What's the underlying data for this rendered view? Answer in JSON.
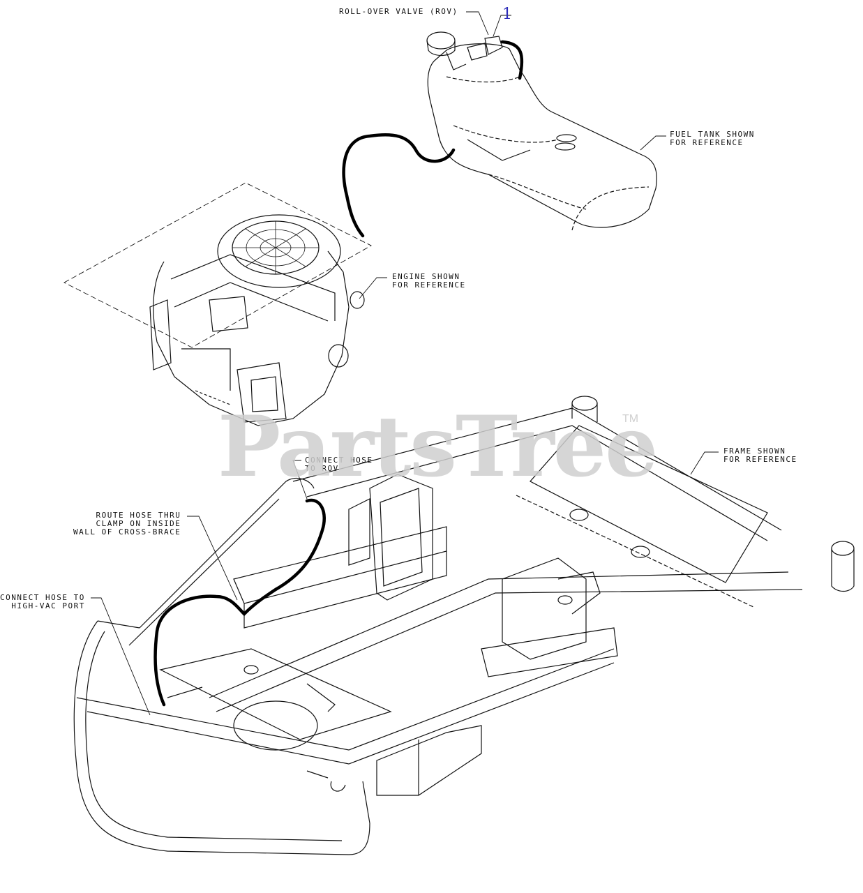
{
  "labels": {
    "rov": "ROLL-OVER VALVE (ROV)",
    "fuel_tank": "FUEL TANK SHOWN\nFOR REFERENCE",
    "engine": "ENGINE SHOWN\nFOR REFERENCE",
    "frame": "FRAME SHOWN\nFOR REFERENCE",
    "connect_rov": "CONNECT HOSE\nTO ROV",
    "route_hose": "ROUTE HOSE THRU\nCLAMP ON INSIDE\nWALL OF CROSS-BRACE",
    "connect_high_vac": "CONNECT HOSE TO\nHIGH-VAC PORT"
  },
  "callout": {
    "number": "1"
  },
  "watermark": {
    "text": "PartsTree",
    "trademark": "TM"
  },
  "colors": {
    "line": "#111111",
    "hose": "#000000",
    "callout": "#2a2ab8",
    "watermark": "#cfcfcf"
  }
}
